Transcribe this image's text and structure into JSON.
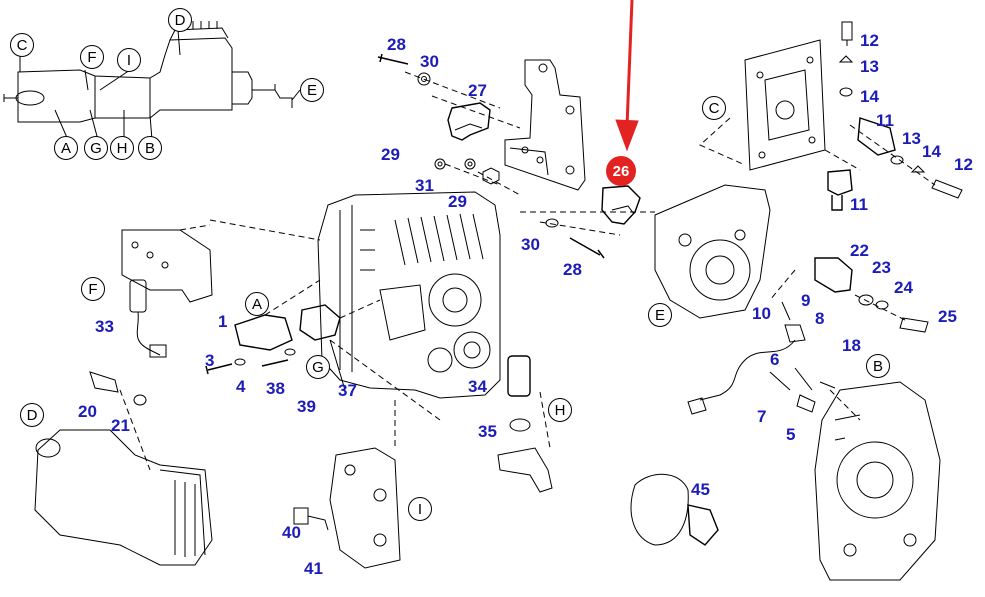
{
  "colors": {
    "label": "#1c1cb8",
    "line": "#000000",
    "highlight": "#e32222",
    "highlight_text": "#ffffff"
  },
  "highlighted_part": "26",
  "part_numbers": [
    "1",
    "3",
    "4",
    "5",
    "6",
    "7",
    "8",
    "9",
    "10",
    "11",
    "11",
    "12",
    "12",
    "13",
    "13",
    "14",
    "14",
    "18",
    "20",
    "21",
    "22",
    "23",
    "24",
    "25",
    "27",
    "28",
    "28",
    "29",
    "29",
    "30",
    "30",
    "31",
    "33",
    "34",
    "35",
    "37",
    "38",
    "39",
    "40",
    "41",
    "45"
  ],
  "group_letters": [
    "A",
    "B",
    "C",
    "D",
    "E",
    "F",
    "G",
    "H",
    "I"
  ],
  "inset_letters": [
    "C",
    "F",
    "I",
    "D",
    "E",
    "A",
    "G",
    "H",
    "B"
  ],
  "icons": [
    "red-arrow-icon"
  ]
}
